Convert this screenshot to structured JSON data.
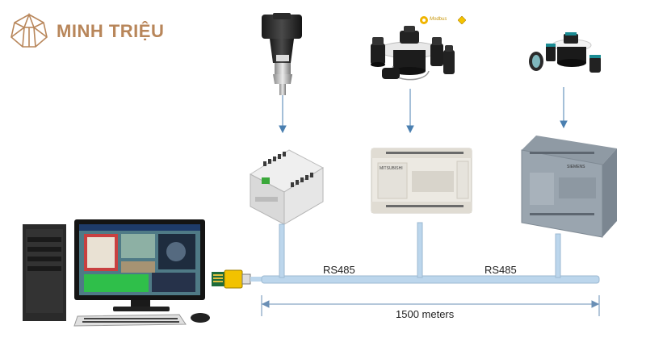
{
  "brand": {
    "name": "MINH TRIỆU",
    "color": "#b8865a"
  },
  "bus": {
    "label_left": "RS485",
    "label_right": "RS485",
    "distance": "1500 meters",
    "color": "#bcd6ec"
  },
  "badges": {
    "modbus": "Modbus"
  },
  "devices": {
    "pressure_sensor": "pressure-transmitter-icon",
    "level_sensors": "ultrasonic-sensor-icon",
    "plc_small": "compact-plc-icon",
    "plc_mitsubishi": "mitsubishi-plc-icon",
    "plc_siemens": "siemens-plc-icon",
    "computer": "scada-workstation-icon",
    "connector": "rj45-connector-icon"
  },
  "device_labels": {
    "mitsubishi": "MITSUBISHI",
    "siemens": "SIEMENS"
  }
}
